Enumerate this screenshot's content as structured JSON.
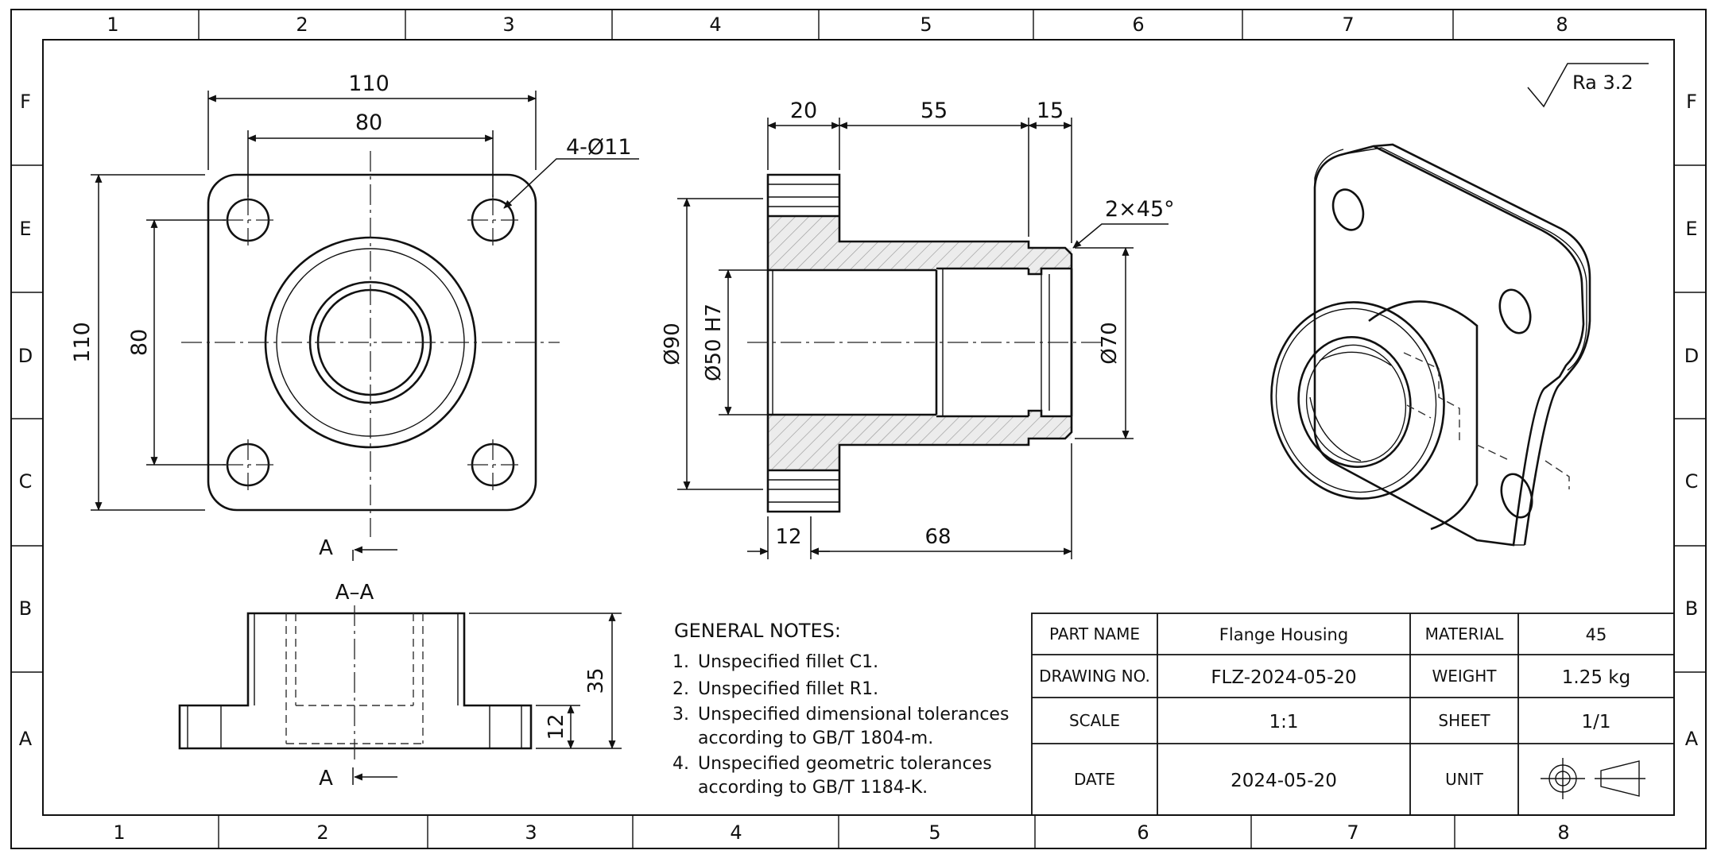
{
  "zones": {
    "columns": [
      "1",
      "2",
      "3",
      "4",
      "5",
      "6",
      "7",
      "8"
    ],
    "rows": [
      "F",
      "E",
      "D",
      "C",
      "B",
      "A"
    ]
  },
  "surface_finish": "Ra 3.2",
  "top_view": {
    "dim_overall_width": "110",
    "dim_hole_spacing_x": "80",
    "dim_overall_height": "110",
    "dim_hole_spacing_y": "80",
    "hole_callout": "4-Ø11",
    "section_marker_letter": "A"
  },
  "front_section": {
    "dim_flange_thickness": "20",
    "dim_hub_length": "55",
    "dim_groove_length": "15",
    "chamfer": "2×45°",
    "dia_flange": "Ø90",
    "dia_bore": "Ø50 H7",
    "dia_hub": "Ø70",
    "dim_lower_flange": "12",
    "dim_total_hub": "68"
  },
  "section_view": {
    "title": "A–A",
    "dim_height": "35",
    "dim_flange": "12",
    "section_marker_letter": "A"
  },
  "notes": {
    "title": "GENERAL NOTES:",
    "items": [
      {
        "num": "1.",
        "line1": "Unspecified fillet C1.",
        "line2": ""
      },
      {
        "num": "2.",
        "line1": "Unspecified fillet R1.",
        "line2": ""
      },
      {
        "num": "3.",
        "line1": "Unspecified dimensional tolerances",
        "line2": "according to GB/T 1804-m."
      },
      {
        "num": "4.",
        "line1": "Unspecified geometric tolerances",
        "line2": "according to GB/T 1184-K."
      }
    ]
  },
  "title_block": {
    "part_name_label": "PART NAME",
    "part_name": "Flange Housing",
    "material_label": "MATERIAL",
    "material": "45",
    "drawing_no_label": "DRAWING NO.",
    "drawing_no": "FLZ-2024-05-20",
    "weight_label": "WEIGHT",
    "weight": "1.25 kg",
    "scale_label": "SCALE",
    "scale": "1:1",
    "sheet_label": "SHEET",
    "sheet": "1/1",
    "date_label": "DATE",
    "date": "2024-05-20",
    "unit_label": "UNIT",
    "projection_symbol": "first-angle-projection-icon"
  }
}
